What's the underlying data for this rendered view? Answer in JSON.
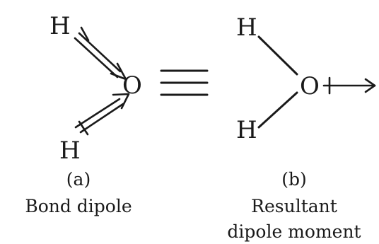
{
  "panel_a": {
    "atoms": {
      "h_top": "H",
      "oxygen": "O",
      "h_bottom": "H"
    },
    "tag": "(a)",
    "caption": "Bond dipole"
  },
  "equivalence": "≡",
  "panel_b": {
    "atoms": {
      "h_top": "H",
      "oxygen": "O",
      "h_bottom": "H"
    },
    "tag": "(b)",
    "caption_line1": "Resultant",
    "caption_line2": "dipole moment"
  }
}
